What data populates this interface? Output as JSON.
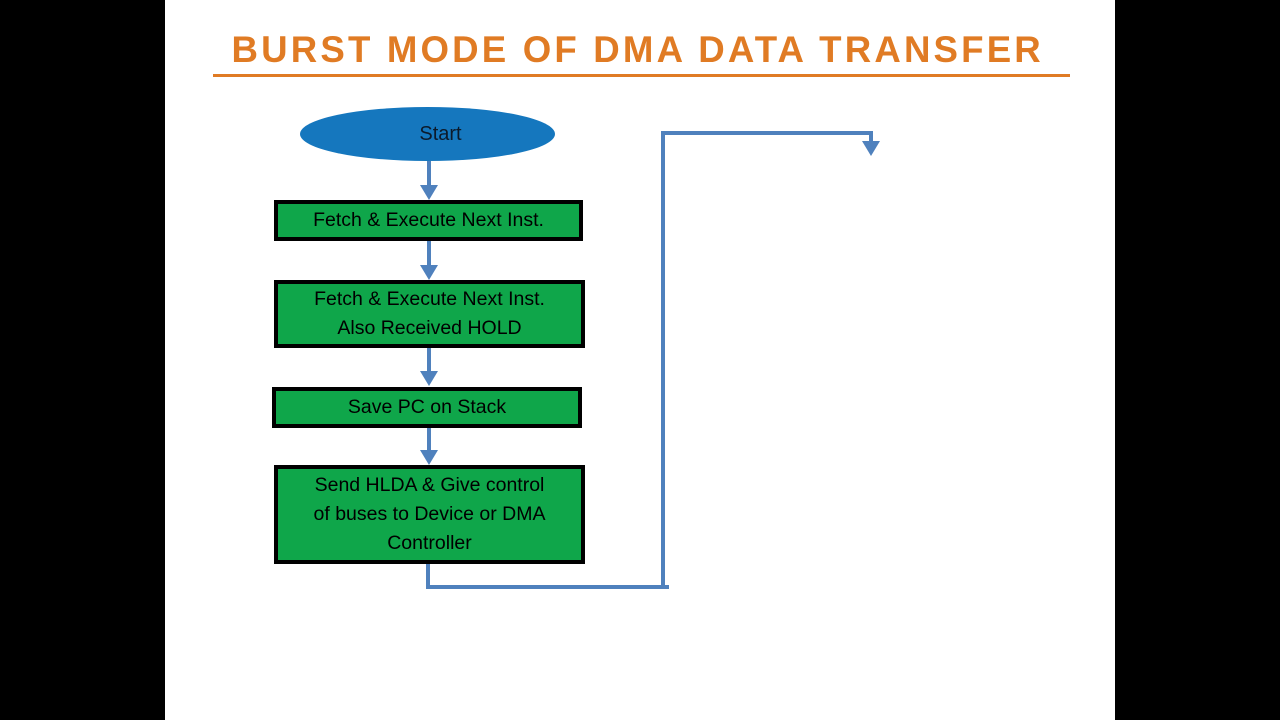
{
  "slide": {
    "title": "BURST MODE OF DMA DATA TRANSFER",
    "title_color": "#E07B24",
    "background_color": "#FFFFFF",
    "letterbox_color": "#000000"
  },
  "palette": {
    "terminator_fill": "#1577BE",
    "process_fill": "#0FA64A",
    "process_border": "#000000",
    "connector": "#4F81BD",
    "text": "#000000"
  },
  "flowchart": {
    "type": "flowchart",
    "orientation": "top-to-bottom",
    "nodes": [
      {
        "id": "start",
        "shape": "ellipse",
        "label": "Start"
      },
      {
        "id": "step1",
        "shape": "rectangle",
        "label": "Fetch & Execute Next Inst."
      },
      {
        "id": "step2",
        "shape": "rectangle",
        "line1": "Fetch & Execute Next Inst.",
        "line2": "Also Received HOLD"
      },
      {
        "id": "step3",
        "shape": "rectangle",
        "label": "Save PC on Stack"
      },
      {
        "id": "step4",
        "shape": "rectangle",
        "line1": "Send HLDA & Give control",
        "line2": "of buses to Device or DMA",
        "line3": "Controller"
      }
    ],
    "edges": [
      {
        "from": "start",
        "to": "step1",
        "style": "straight-arrow-down"
      },
      {
        "from": "step1",
        "to": "step2",
        "style": "straight-arrow-down"
      },
      {
        "from": "step2",
        "to": "step3",
        "style": "straight-arrow-down"
      },
      {
        "from": "step3",
        "to": "step4",
        "style": "straight-arrow-down"
      },
      {
        "from": "step4",
        "to": "loop-return",
        "style": "orthogonal-feedback-arrow",
        "label": ""
      }
    ]
  }
}
